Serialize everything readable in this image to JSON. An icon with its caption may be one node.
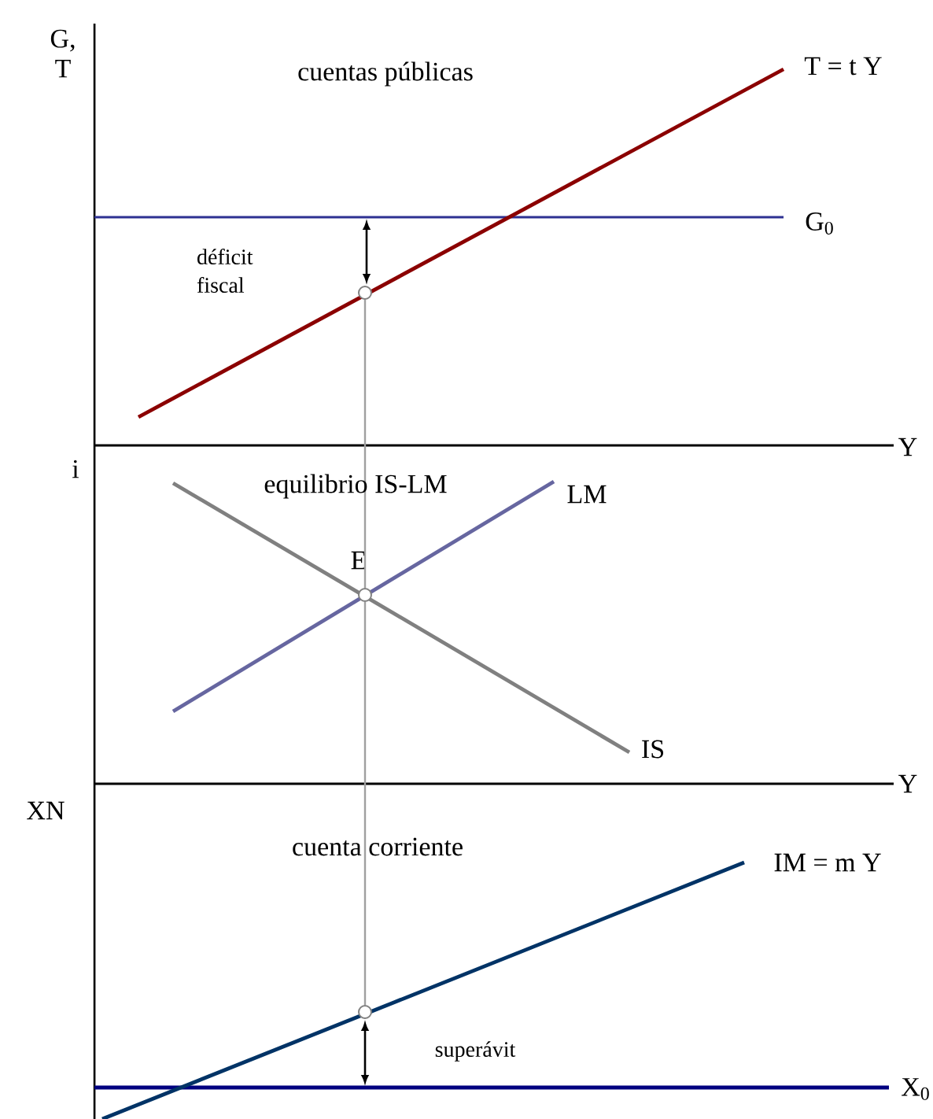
{
  "diagram": {
    "nodes": [
      {
        "text": [],
        "shape": "circle"
      },
      {
        "text": [],
        "shape": "circle",
        "beside": [
          "E"
        ]
      },
      {
        "text": [],
        "shape": "circle"
      }
    ],
    "edges": [
      {
        "from": 0,
        "to": 1,
        "arrow": "none",
        "color": "#a0a0a0"
      },
      {
        "from": 1,
        "to": 2,
        "arrow": "none",
        "color": "#a0a0a0"
      }
    ],
    "labels": [
      "G, T",
      "cuentas públicas",
      "T = t Y",
      "G$_{0}$",
      "déficit fiscal",
      "Y",
      "i",
      "equilibrio IS-LM",
      "LM",
      "IS",
      "Y",
      "XN",
      "cuenta corriente",
      "IM = m Y",
      "superávit",
      "X$_{0}$"
    ]
  }
}
